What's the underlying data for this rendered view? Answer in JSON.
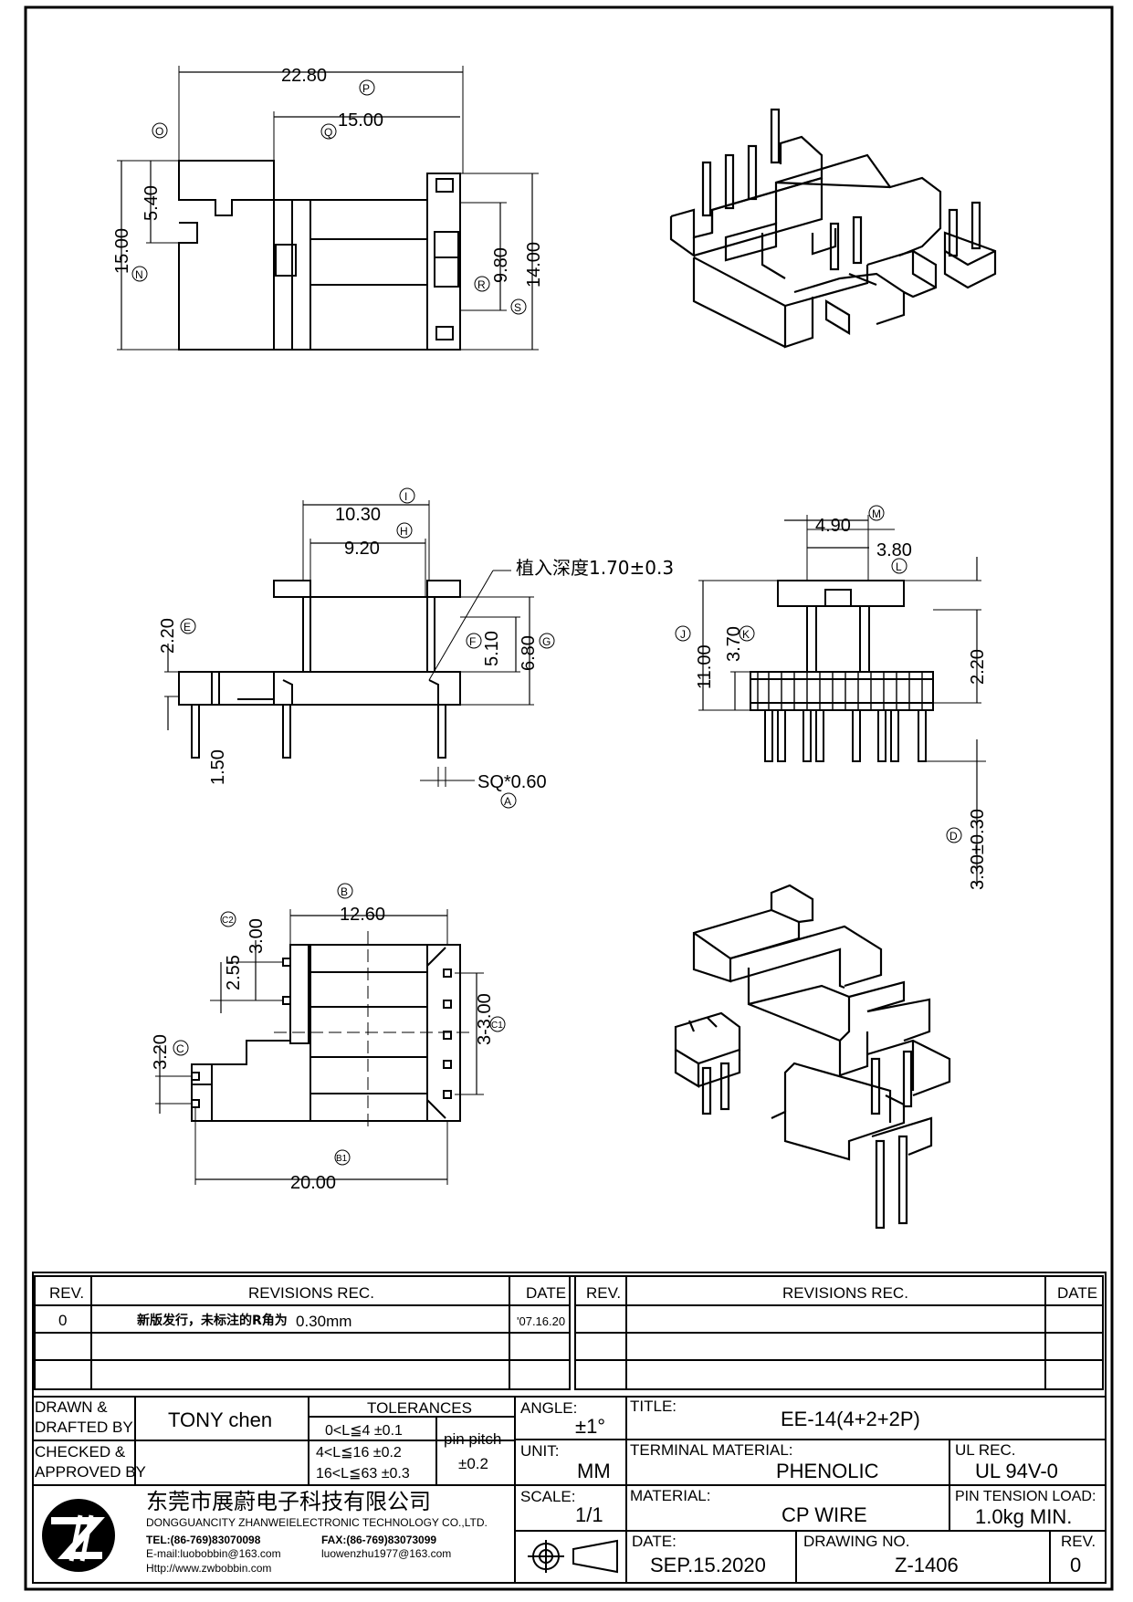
{
  "drawing": {
    "dims_top": {
      "d_2280": "22.80",
      "d_1500h": "15.00",
      "d_540": "5.40",
      "d_1500v": "15.00",
      "d_980": "9.80",
      "d_1400": "14.00",
      "lbl_P": "P",
      "lbl_Q": "Q",
      "lbl_O": "O",
      "lbl_N": "N",
      "lbl_R": "R",
      "lbl_S": "S"
    },
    "dims_mid": {
      "d_1030": "10.30",
      "d_920": "9.20",
      "d_220": "2.20",
      "d_510": "5.10",
      "d_680": "6.80",
      "d_150": "1.50",
      "d_sq": "SQ*0.60",
      "note_cn": "植入深度1.70±0.3",
      "lbl_I": "I",
      "lbl_H": "H",
      "lbl_E": "E",
      "lbl_F": "F",
      "lbl_G": "G",
      "lbl_A": "A"
    },
    "dims_side": {
      "d_490": "4.90",
      "d_380": "3.80",
      "d_1100": "11.00",
      "d_370": "3.70",
      "d_220b": "2.20",
      "d_330": "3.30±0.30",
      "lbl_M": "M",
      "lbl_L": "L",
      "lbl_J": "J",
      "lbl_K": "K",
      "lbl_D": "D"
    },
    "dims_bottom": {
      "d_1260": "12.60",
      "d_300": "3.00",
      "d_255": "2.55",
      "d_320": "3.20",
      "d_3x300": "3-3.00",
      "d_2000": "20.00",
      "lbl_B": "B",
      "lbl_C2": "C2",
      "lbl_C": "C",
      "lbl_C1": "C1",
      "lbl_B1": "B1"
    }
  },
  "revisions": {
    "h_rev": "REV.",
    "h_rec": "REVISIONS   REC.",
    "h_date": "DATE",
    "h_rev2": "REV.",
    "h_rec2": "REVISIONS   REC.",
    "h_date2": "DATE",
    "r0_rev": "0",
    "r0_text_cn": "新版发行，未标注的R角为",
    "r0_text_val": "0.30mm",
    "r0_date": "'07.16.20"
  },
  "titleblock": {
    "drawn_label": "DRAWN &",
    "drafted_label": "DRAFTED BY",
    "drawn_name": "TONY chen",
    "checked_label": "CHECKED &",
    "approved_label": "APPROVED BY",
    "tol_title": "TOLERANCES",
    "tol1": "0<L≦4    ±0.1",
    "tol2": "4<L≦16  ±0.2",
    "tol3": "16<L≦63  ±0.3",
    "pin_pitch": "pin  pitch",
    "pin_pitch_tol": "±0.2",
    "angle_label": "ANGLE:",
    "angle_val": "±1°",
    "unit_label": "UNIT:",
    "unit_val": "MM",
    "scale_label": "SCALE:",
    "scale_val": "1/1",
    "title_label": "TITLE:",
    "title_val": "EE-14(4+2+2P)",
    "terminal_label": "TERMINAL MATERIAL:",
    "terminal_val": "PHENOLIC",
    "ul_label": "UL REC.",
    "ul_val": "UL  94V-0",
    "material_label": "MATERIAL:",
    "material_val": "CP  WIRE",
    "pin_tension_label": "PIN  TENSION  LOAD:",
    "pin_tension_val": "1.0kg  MIN.",
    "date_label": "DATE:",
    "date_val": "SEP.15.2020",
    "drawing_no_label": "DRAWING  NO.",
    "drawing_no_val": "Z-1406",
    "rev_label": "REV.",
    "rev_val": "0",
    "company_cn": "东莞市展蔚电子科技有限公司",
    "company_en": "DONGGUANCITY ZHANWEIELECTRONIC TECHNOLOGY CO.,LTD.",
    "tel": "TEL:(86-769)83070098",
    "fax": "FAX:(86-769)83073099",
    "email": "E-mail:luobobbin@163.com",
    "email2": "luowenzhu1977@163.com",
    "web": "Http://www.zwbobbin.com",
    "logo_mark": "ZW"
  }
}
